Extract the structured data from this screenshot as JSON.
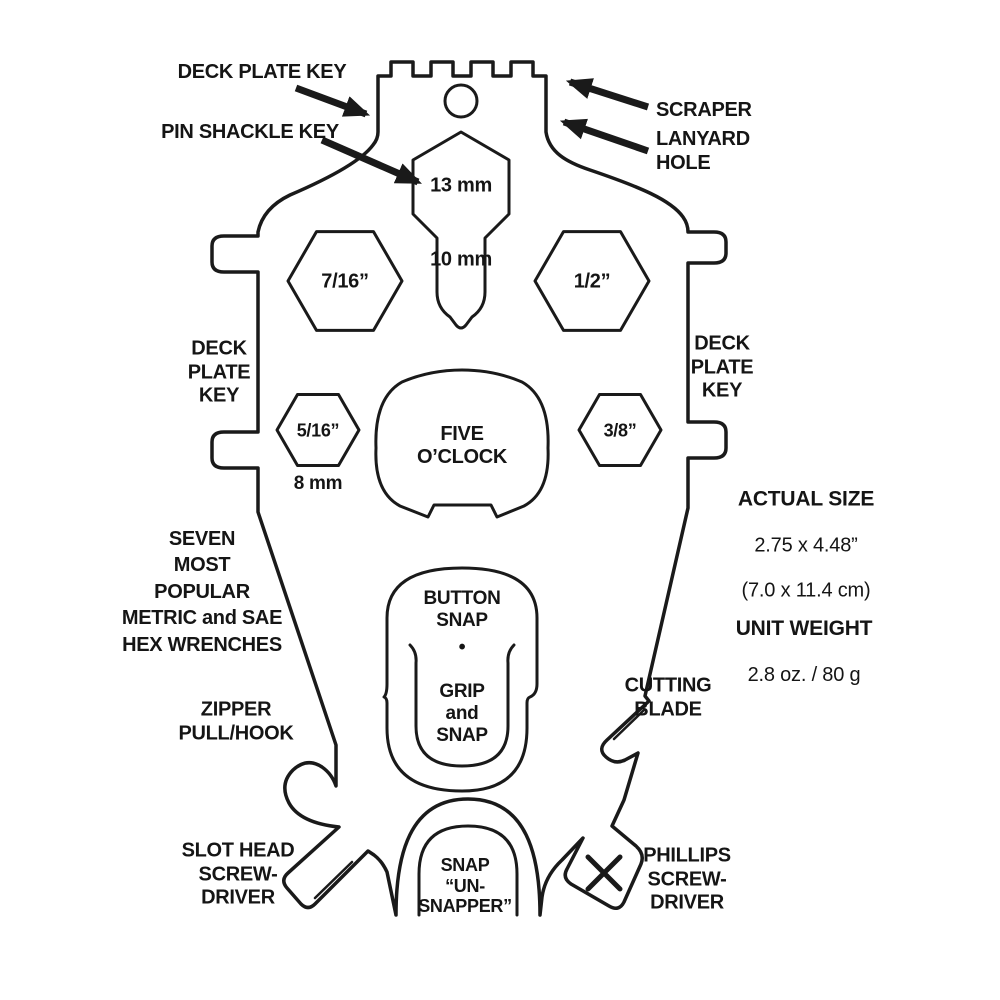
{
  "figure": {
    "callouts": {
      "deck_plate_key_top": "DECK PLATE KEY",
      "pin_shackle_key": "PIN SHACKLE KEY",
      "scraper": "SCRAPER",
      "lanyard_hole": "LANYARD\nHOLE",
      "deck_plate_key_left": "DECK\nPLATE\nKEY",
      "deck_plate_key_right": "DECK\nPLATE\nKEY",
      "hex_wrenches": "SEVEN\nMOST\nPOPULAR\nMETRIC and SAE\nHEX WRENCHES",
      "zipper_pull_hook": "ZIPPER\nPULL/HOOK",
      "slot_head_screwdriver": "SLOT HEAD\nSCREW-\nDRIVER",
      "cutting_blade": "CUTTING\nBLADE",
      "phillips_screwdriver": "PHILLIPS\nSCREW-\nDRIVER"
    },
    "specs": {
      "actual_size_title": "ACTUAL SIZE",
      "actual_size_in": "2.75 x 4.48”",
      "actual_size_cm": "(7.0 x 11.4 cm)",
      "unit_weight_title": "UNIT WEIGHT",
      "unit_weight_value": "2.8 oz. / 80 g"
    },
    "tool_markings": {
      "wrench_13mm": "13 mm",
      "wrench_10mm": "10 mm",
      "hex_7_16": "7/16”",
      "hex_1_2": "1/2”",
      "hex_5_16": "5/16”",
      "hex_8mm": "8 mm",
      "hex_3_8": "3/8”",
      "five_oclock": "FIVE\nO’CLOCK",
      "button_snap": "BUTTON\nSNAP",
      "snap_dot": "•",
      "grip_and_snap": "GRIP\nand\nSNAP",
      "snap_unsnapper": "SNAP\n“UN-\nSNAPPER”"
    },
    "colors": {
      "line": "#1a1a1a",
      "background": "#ffffff"
    }
  }
}
